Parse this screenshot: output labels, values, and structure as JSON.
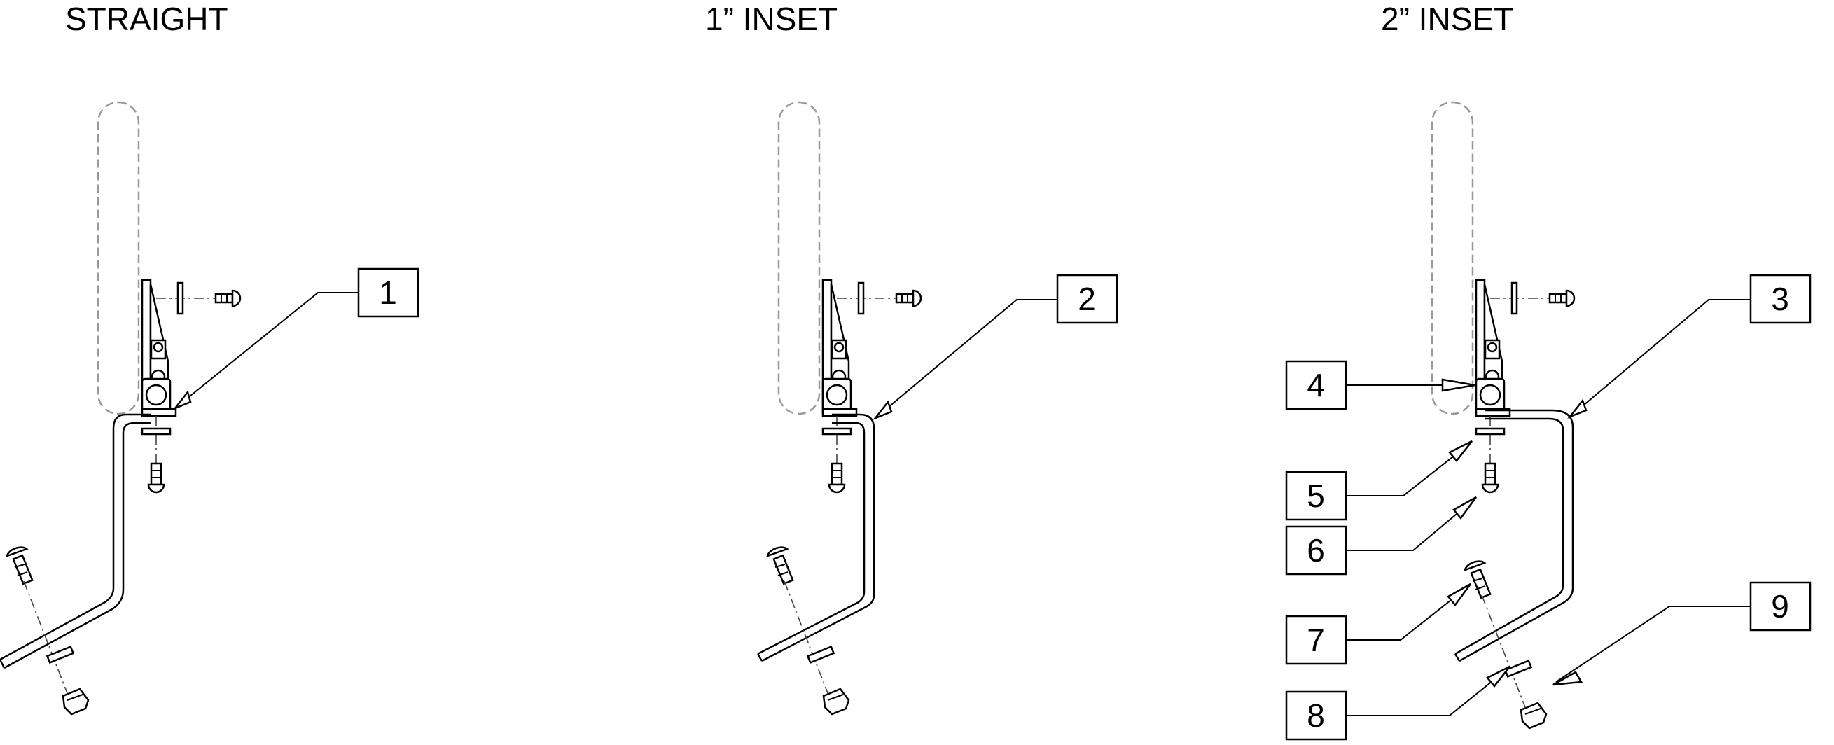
{
  "titles": {
    "straight": "STRAIGHT",
    "inset1": "1” INSET",
    "inset2": "2” INSET"
  },
  "callouts": {
    "c1": "1",
    "c2": "2",
    "c3": "3",
    "c4": "4",
    "c5": "5",
    "c6": "6",
    "c7": "7",
    "c8": "8",
    "c9": "9"
  }
}
